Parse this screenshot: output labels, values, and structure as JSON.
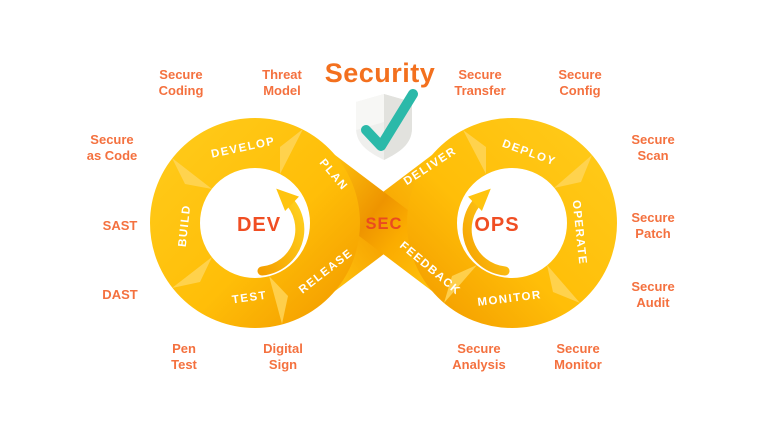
{
  "title": "Security",
  "sec_label": "SEC",
  "dev_loop": {
    "center_label": "DEV",
    "stages": {
      "plan": "PLAN",
      "develop": "DEVELOP",
      "build": "BUILD",
      "test": "TEST",
      "release": "RELEASE"
    }
  },
  "ops_loop": {
    "center_label": "OPS",
    "stages": {
      "deliver": "DELIVER",
      "deploy": "DEPLOY",
      "operate": "OPERATE",
      "monitor": "MONITOR",
      "feedback": "FEEDBACK"
    }
  },
  "practices": {
    "secure_coding": "Secure\nCoding",
    "threat_model": "Threat\nModel",
    "secure_transfer": "Secure\nTransfer",
    "secure_config": "Secure\nConfig",
    "secure_as_code": "Secure\nas Code",
    "secure_scan": "Secure\nScan",
    "sast": "SAST",
    "secure_patch": "Secure\nPatch",
    "dast": "DAST",
    "secure_audit": "Secure\nAudit",
    "pen_test": "Pen\nTest",
    "digital_sign": "Digital\nSign",
    "secure_analysis": "Secure\nAnalysis",
    "secure_monitor": "Secure\nMonitor"
  },
  "icons": {
    "shield_check": "shield with teal checkmark",
    "cycle_arrows": "circular refresh arrows inside DEV and OPS loops"
  },
  "colors": {
    "gold": "#FFC40E",
    "deep_orange": "#F29C00",
    "stage_text": "#FFFFFF",
    "center_text": "#F04E23",
    "practice_label": "#F4713F",
    "title": "#F3701E",
    "check_teal": "#2BB9A9",
    "shield_gray": "#EFEFED",
    "background": "#FFFFFF"
  }
}
